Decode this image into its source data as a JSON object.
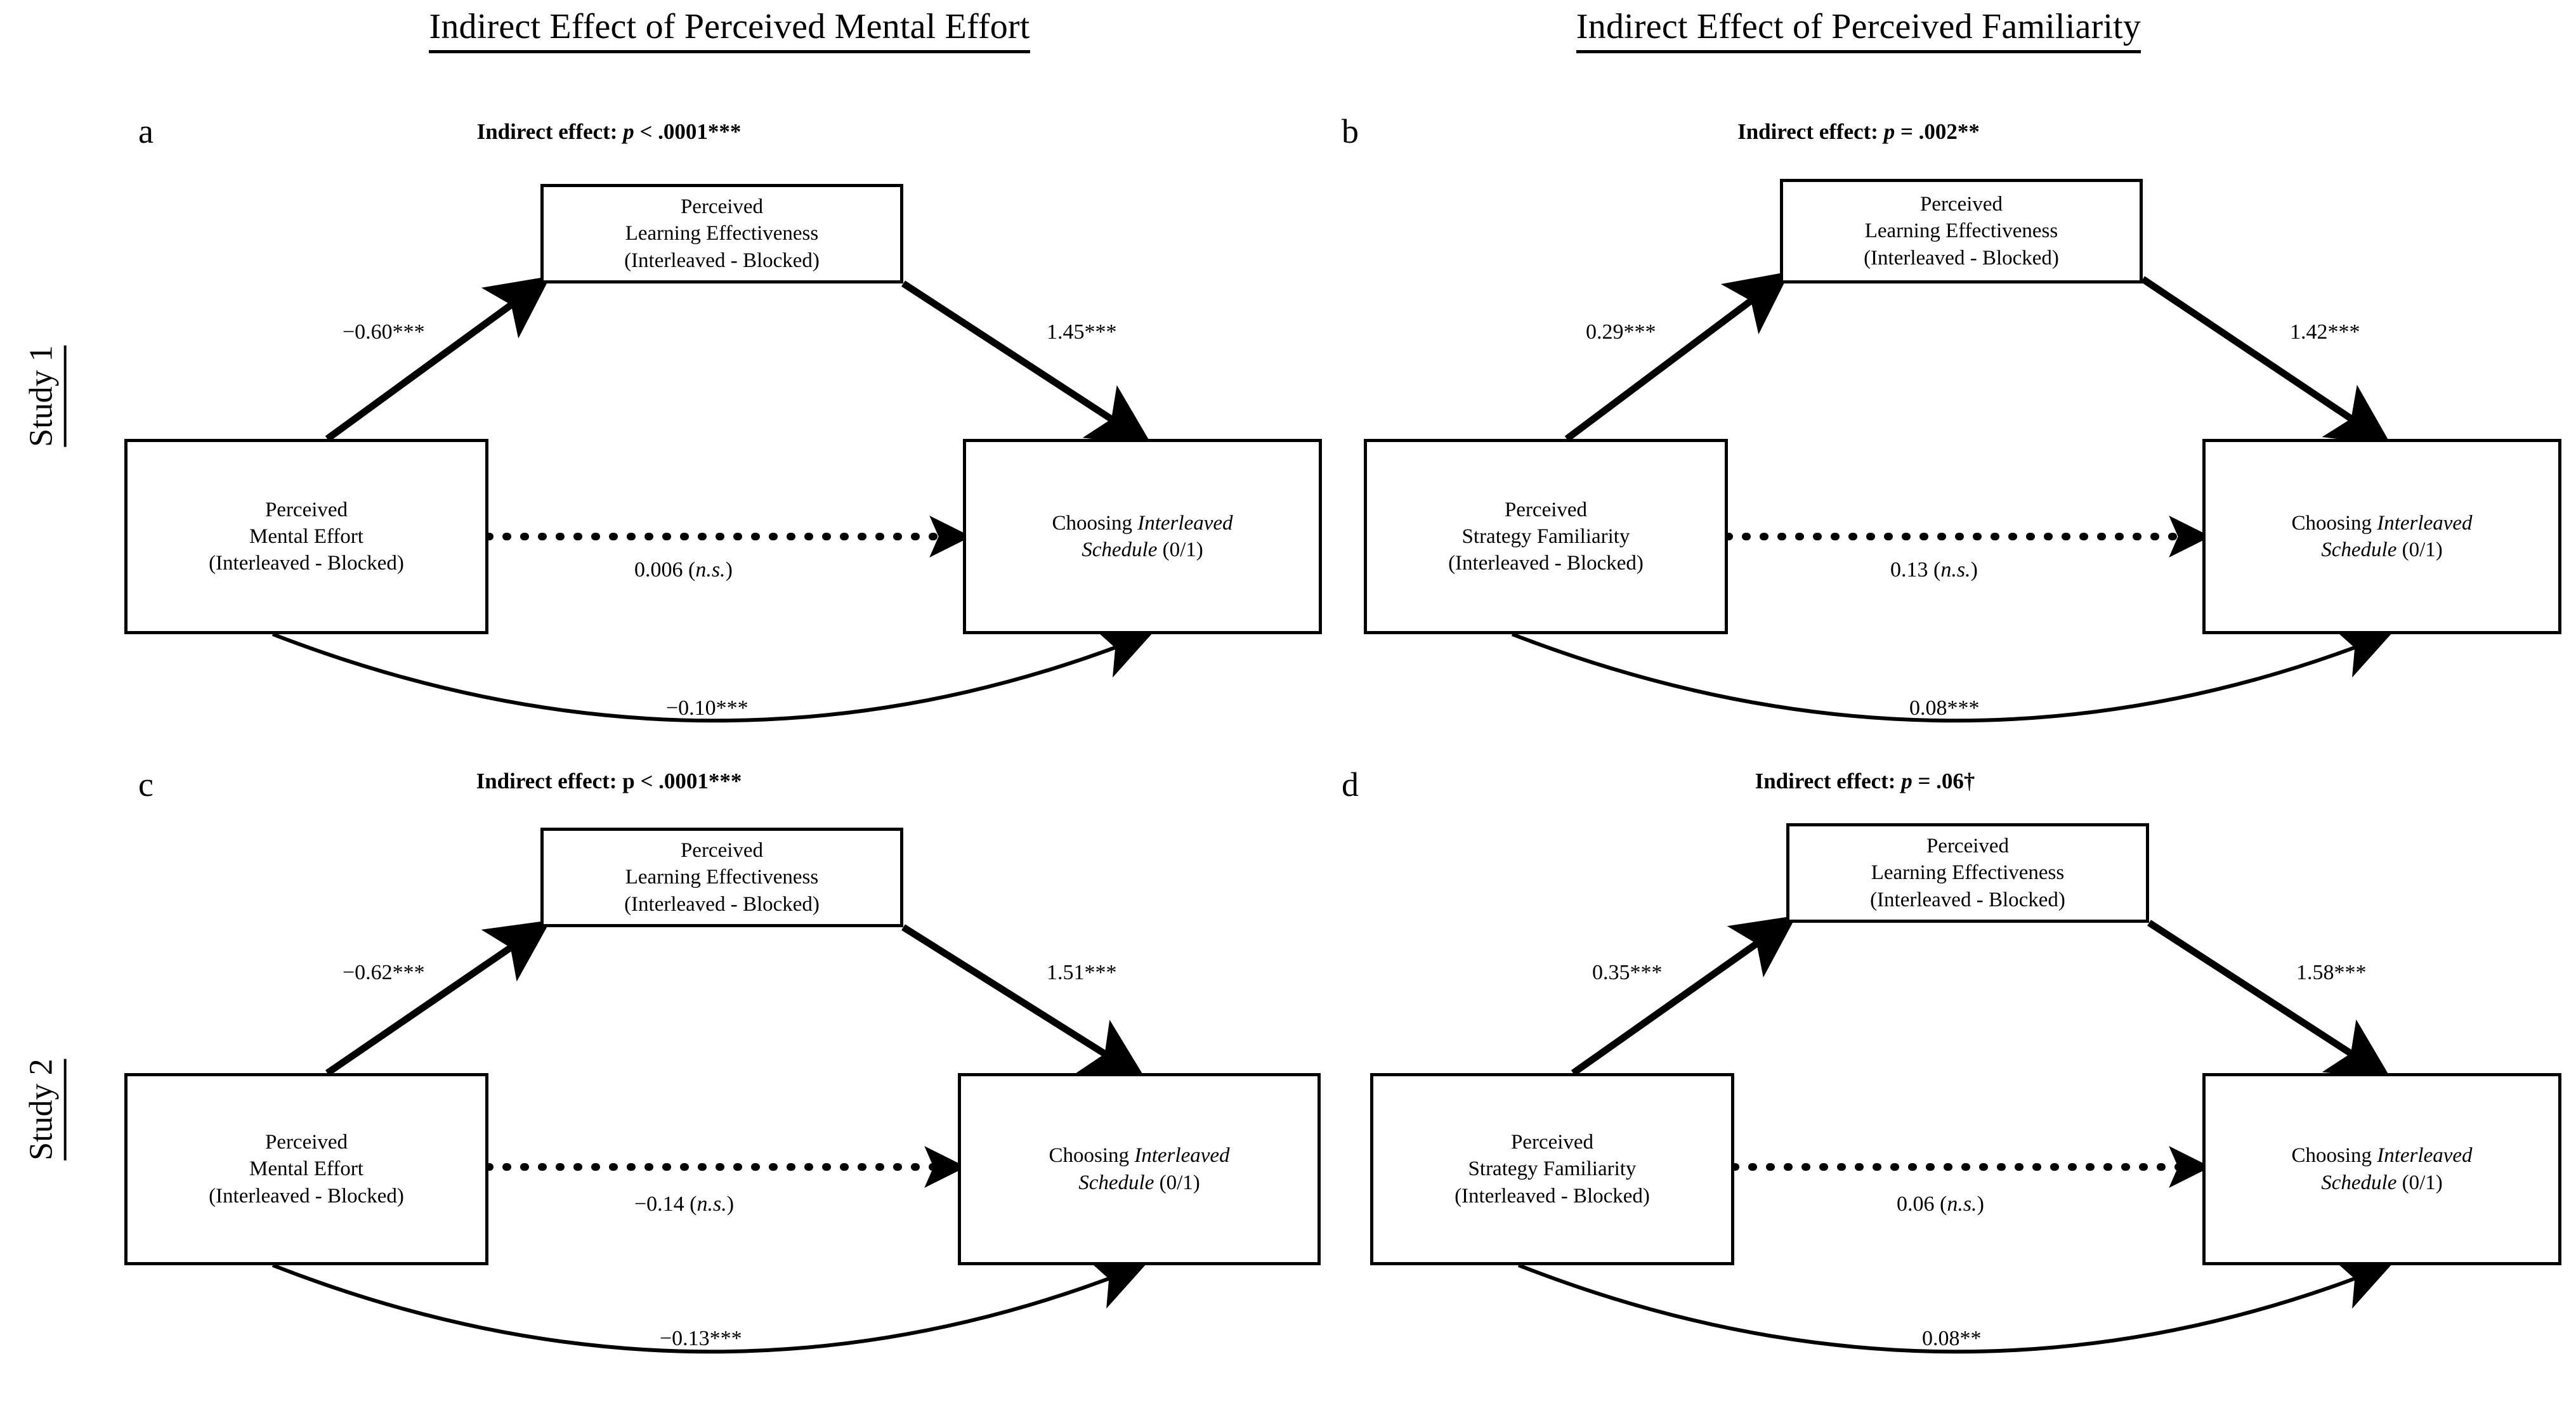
{
  "figure": {
    "column_titles": [
      "Indirect Effect of Perceived Mental Effort",
      "Indirect Effect of Perceived Familiarity"
    ],
    "row_labels": [
      "Study 1",
      "Study 2"
    ]
  },
  "panels": {
    "a": {
      "letter": "a",
      "indirect_prefix": "Indirect effect: ",
      "indirect_p_italic": "p",
      "indirect_rest": " < .0001***",
      "mediator": {
        "line1": "Perceived",
        "line2": "Learning Effectiveness",
        "line3": "(Interleaved - Blocked)"
      },
      "predictor": {
        "line1": "Perceived",
        "line2": "Mental Effort",
        "line3": "(Interleaved - Blocked)"
      },
      "outcome": {
        "line1_pre": "Choosing ",
        "line1_em": "Interleaved",
        "line2_em": "Schedule",
        "line2_post": " (0/1)"
      },
      "a_path": "−0.60***",
      "b_path": "1.45***",
      "direct_path_value": "0.006 (",
      "direct_path_ns": "n.s.",
      "direct_path_close": ")",
      "total_path": "−0.10***"
    },
    "b": {
      "letter": "b",
      "indirect_prefix": "Indirect effect: ",
      "indirect_p_italic": "p",
      "indirect_rest": " = .002**",
      "mediator": {
        "line1": "Perceived",
        "line2": "Learning Effectiveness",
        "line3": "(Interleaved - Blocked)"
      },
      "predictor": {
        "line1": "Perceived",
        "line2": "Strategy Familiarity",
        "line3": "(Interleaved - Blocked)"
      },
      "outcome": {
        "line1_pre": "Choosing ",
        "line1_em": "Interleaved",
        "line2_em": "Schedule",
        "line2_post": " (0/1)"
      },
      "a_path": "0.29***",
      "b_path": "1.42***",
      "direct_path_value": "0.13 (",
      "direct_path_ns": "n.s.",
      "direct_path_close": ")",
      "total_path": "0.08***"
    },
    "c": {
      "letter": "c",
      "indirect_prefix": "Indirect effect: ",
      "indirect_p_italic": "p",
      "indirect_rest": " < .0001***",
      "mediator": {
        "line1": "Perceived",
        "line2": "Learning Effectiveness",
        "line3": "(Interleaved - Blocked)"
      },
      "predictor": {
        "line1": "Perceived",
        "line2": "Mental Effort",
        "line3": "(Interleaved - Blocked)"
      },
      "outcome": {
        "line1_pre": "Choosing ",
        "line1_em": "Interleaved",
        "line2_em": "Schedule",
        "line2_post": " (0/1)"
      },
      "a_path": "−0.62***",
      "b_path": "1.51***",
      "direct_path_value": "−0.14 (",
      "direct_path_ns": "n.s.",
      "direct_path_close": ")",
      "total_path": "−0.13***"
    },
    "d": {
      "letter": "d",
      "indirect_prefix": "Indirect effect: ",
      "indirect_p_italic": "p",
      "indirect_rest": " = .06†",
      "mediator": {
        "line1": "Perceived",
        "line2": "Learning Effectiveness",
        "line3": "(Interleaved - Blocked)"
      },
      "predictor": {
        "line1": "Perceived",
        "line2": "Strategy Familiarity",
        "line3": "(Interleaved - Blocked)"
      },
      "outcome": {
        "line1_pre": "Choosing ",
        "line1_em": "Interleaved",
        "line2_em": "Schedule",
        "line2_post": " (0/1)"
      },
      "a_path": "0.35***",
      "b_path": "1.58***",
      "direct_path_value": "0.06 (",
      "direct_path_ns": "n.s.",
      "direct_path_close": ")",
      "total_path": "0.08**"
    }
  },
  "chart_data": {
    "type": "diagram",
    "diagram_kind": "mediation-path-model",
    "title": "Indirect Effects of Perceived Mental Effort and Perceived Familiarity",
    "panels": [
      {
        "id": "a",
        "study": "Study 1",
        "column": "Indirect Effect of Perceived Mental Effort",
        "indirect_effect": "p < .0001***",
        "predictor": "Perceived Mental Effort (Interleaved - Blocked)",
        "mediator": "Perceived Learning Effectiveness (Interleaved - Blocked)",
        "outcome": "Choosing Interleaved Schedule (0/1)",
        "a_path": -0.6,
        "a_path_sig": "***",
        "b_path": 1.45,
        "b_path_sig": "***",
        "direct_path": 0.006,
        "direct_path_sig": "n.s.",
        "total_path": -0.1,
        "total_path_sig": "***"
      },
      {
        "id": "b",
        "study": "Study 1",
        "column": "Indirect Effect of Perceived Familiarity",
        "indirect_effect": "p = .002**",
        "predictor": "Perceived Strategy Familiarity (Interleaved - Blocked)",
        "mediator": "Perceived Learning Effectiveness (Interleaved - Blocked)",
        "outcome": "Choosing Interleaved Schedule (0/1)",
        "a_path": 0.29,
        "a_path_sig": "***",
        "b_path": 1.42,
        "b_path_sig": "***",
        "direct_path": 0.13,
        "direct_path_sig": "n.s.",
        "total_path": 0.08,
        "total_path_sig": "***"
      },
      {
        "id": "c",
        "study": "Study 2",
        "column": "Indirect Effect of Perceived Mental Effort",
        "indirect_effect": "p < .0001***",
        "predictor": "Perceived Mental Effort (Interleaved - Blocked)",
        "mediator": "Perceived Learning Effectiveness (Interleaved - Blocked)",
        "outcome": "Choosing Interleaved Schedule (0/1)",
        "a_path": -0.62,
        "a_path_sig": "***",
        "b_path": 1.51,
        "b_path_sig": "***",
        "direct_path": -0.14,
        "direct_path_sig": "n.s.",
        "total_path": -0.13,
        "total_path_sig": "***"
      },
      {
        "id": "d",
        "study": "Study 2",
        "column": "Indirect Effect of Perceived Familiarity",
        "indirect_effect": "p = .06†",
        "predictor": "Perceived Strategy Familiarity (Interleaved - Blocked)",
        "mediator": "Perceived Learning Effectiveness (Interleaved - Blocked)",
        "outcome": "Choosing Interleaved Schedule (0/1)",
        "a_path": 0.35,
        "a_path_sig": "***",
        "b_path": 1.58,
        "b_path_sig": "***",
        "direct_path": 0.06,
        "direct_path_sig": "n.s.",
        "total_path": 0.08,
        "total_path_sig": "**"
      }
    ],
    "edge_styles": {
      "a_path": "solid-thick-arrow",
      "b_path": "solid-thick-arrow",
      "direct_path": "dotted-arrow",
      "total_path": "curved-thin-arrow"
    }
  }
}
